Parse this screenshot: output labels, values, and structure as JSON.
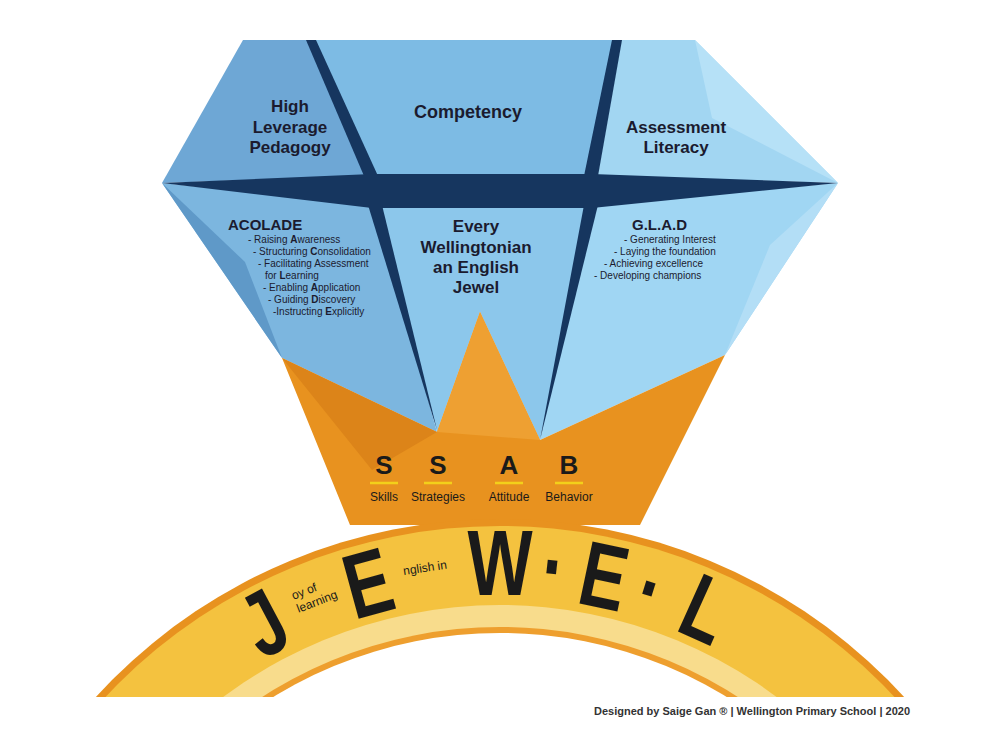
{
  "diagram": {
    "nodes": [
      {
        "text": [
          "High Leverage Pedagogy"
        ]
      },
      {
        "text": [
          "Competency"
        ]
      },
      {
        "text": [
          "Assessment Literacy"
        ]
      },
      {
        "text": [
          "ACOLADE",
          "- Raising Awareness",
          "- Structuring Consolidation",
          "- Facilitating Assessment for Learning",
          "- Enabling Application",
          "- Guiding Discovery",
          "-Instructing Explicitly"
        ]
      },
      {
        "text": [
          "Every Wellingtonian an English Jewel"
        ]
      },
      {
        "text": [
          "G.L.A.D",
          "- Generating Interest",
          "- Laying the foundation",
          "- Achieving excellence",
          "- Developing champions"
        ]
      }
    ],
    "labels": [
      "S",
      "Skills",
      "S",
      "Strategies",
      "A",
      "Attitude",
      "B",
      "Behavior",
      "J",
      "oy of learning",
      "E",
      "nglish in",
      "W",
      "·",
      "E",
      "·",
      "L",
      "Designed by Saige Gan ® | Wellington Primary School | 2020"
    ]
  }
}
